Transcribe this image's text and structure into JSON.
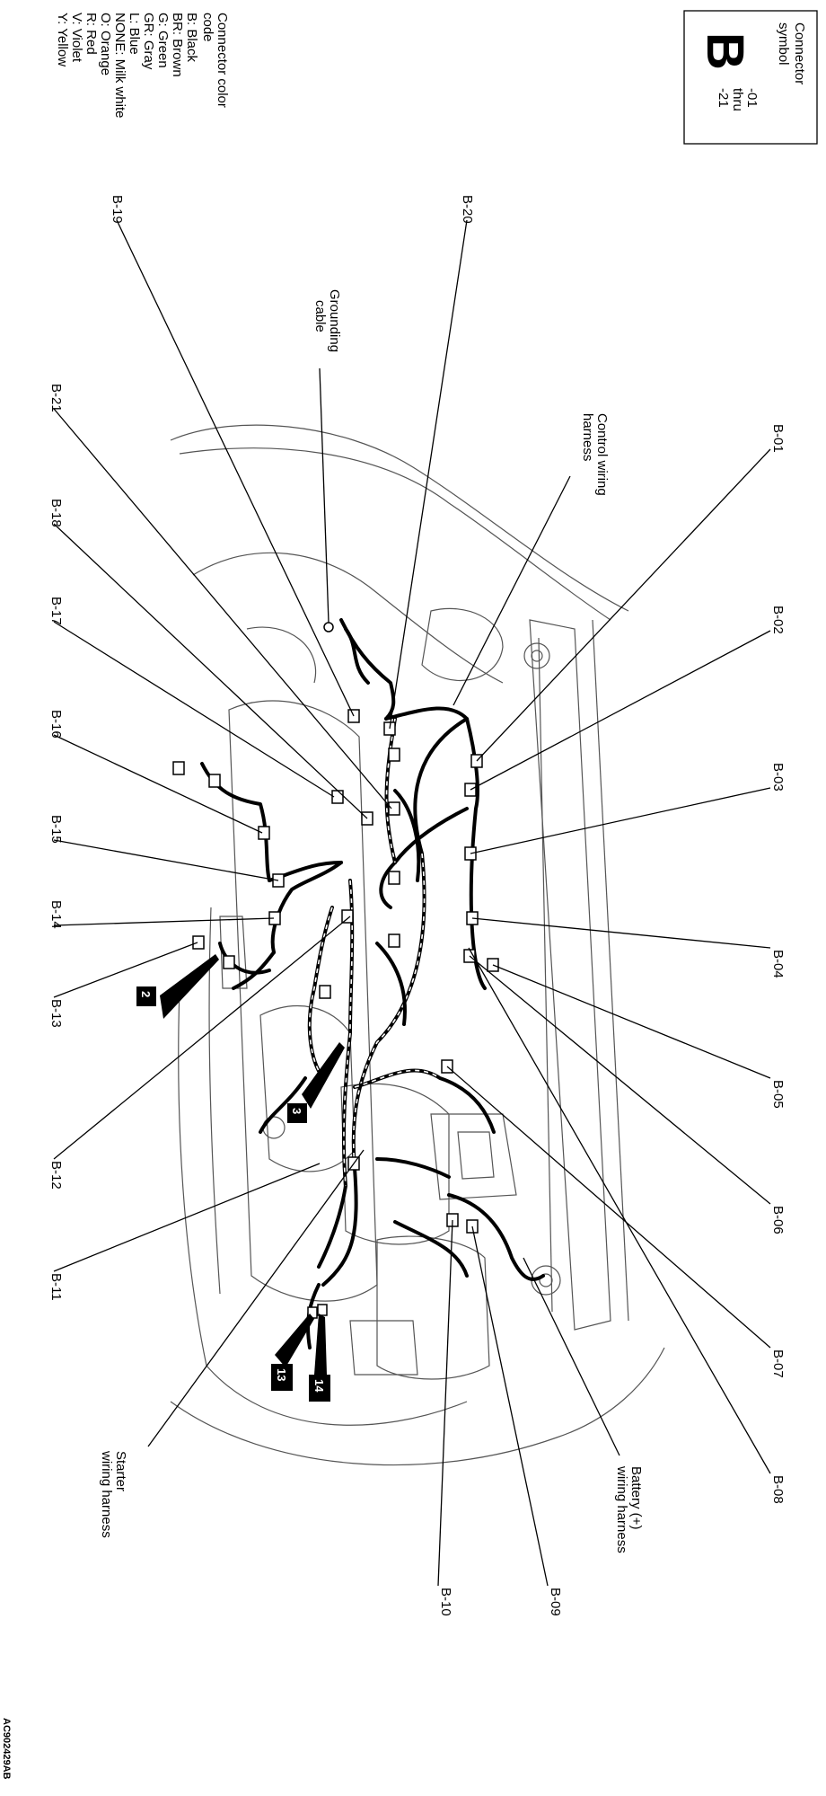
{
  "legend": {
    "title_line1": "Connector color",
    "title_line2": "code",
    "colors": [
      "B: Black",
      "BR: Brown",
      "G: Green",
      "GR: Gray",
      "L: Blue",
      "NONE: Milk white",
      "O: Orange",
      "R: Red",
      "V: Violet",
      "Y: Yellow"
    ]
  },
  "symbol_box": {
    "label_line1": "Connector",
    "label_line2": "symbol",
    "letter": "B",
    "range_from": "-01",
    "range_thru": "thru",
    "range_to": "-21"
  },
  "connectors": {
    "B01": "B-01",
    "B02": "B-02",
    "B03": "B-03",
    "B04": "B-04",
    "B05": "B-05",
    "B06": "B-06",
    "B07": "B-07",
    "B08": "B-08",
    "B09": "B-09",
    "B10": "B-10",
    "B11": "B-11",
    "B12": "B-12",
    "B13": "B-13",
    "B14": "B-14",
    "B15": "B-15",
    "B16": "B-16",
    "B17": "B-17",
    "B18": "B-18",
    "B19": "B-19",
    "B20": "B-20",
    "B21": "B-21"
  },
  "harness_labels": {
    "grounding_line1": "Grounding",
    "grounding_line2": "cable",
    "control_line1": "Control wiring",
    "control_line2": "harness",
    "starter_line1": "Starter",
    "starter_line2": "wiring harness",
    "battery_line1": "Battery (+)",
    "battery_line2": "wiring harness"
  },
  "badges": {
    "b2": "2",
    "b3": "3",
    "b13": "13",
    "b14": "14"
  },
  "figure_code": "AC902429AB"
}
